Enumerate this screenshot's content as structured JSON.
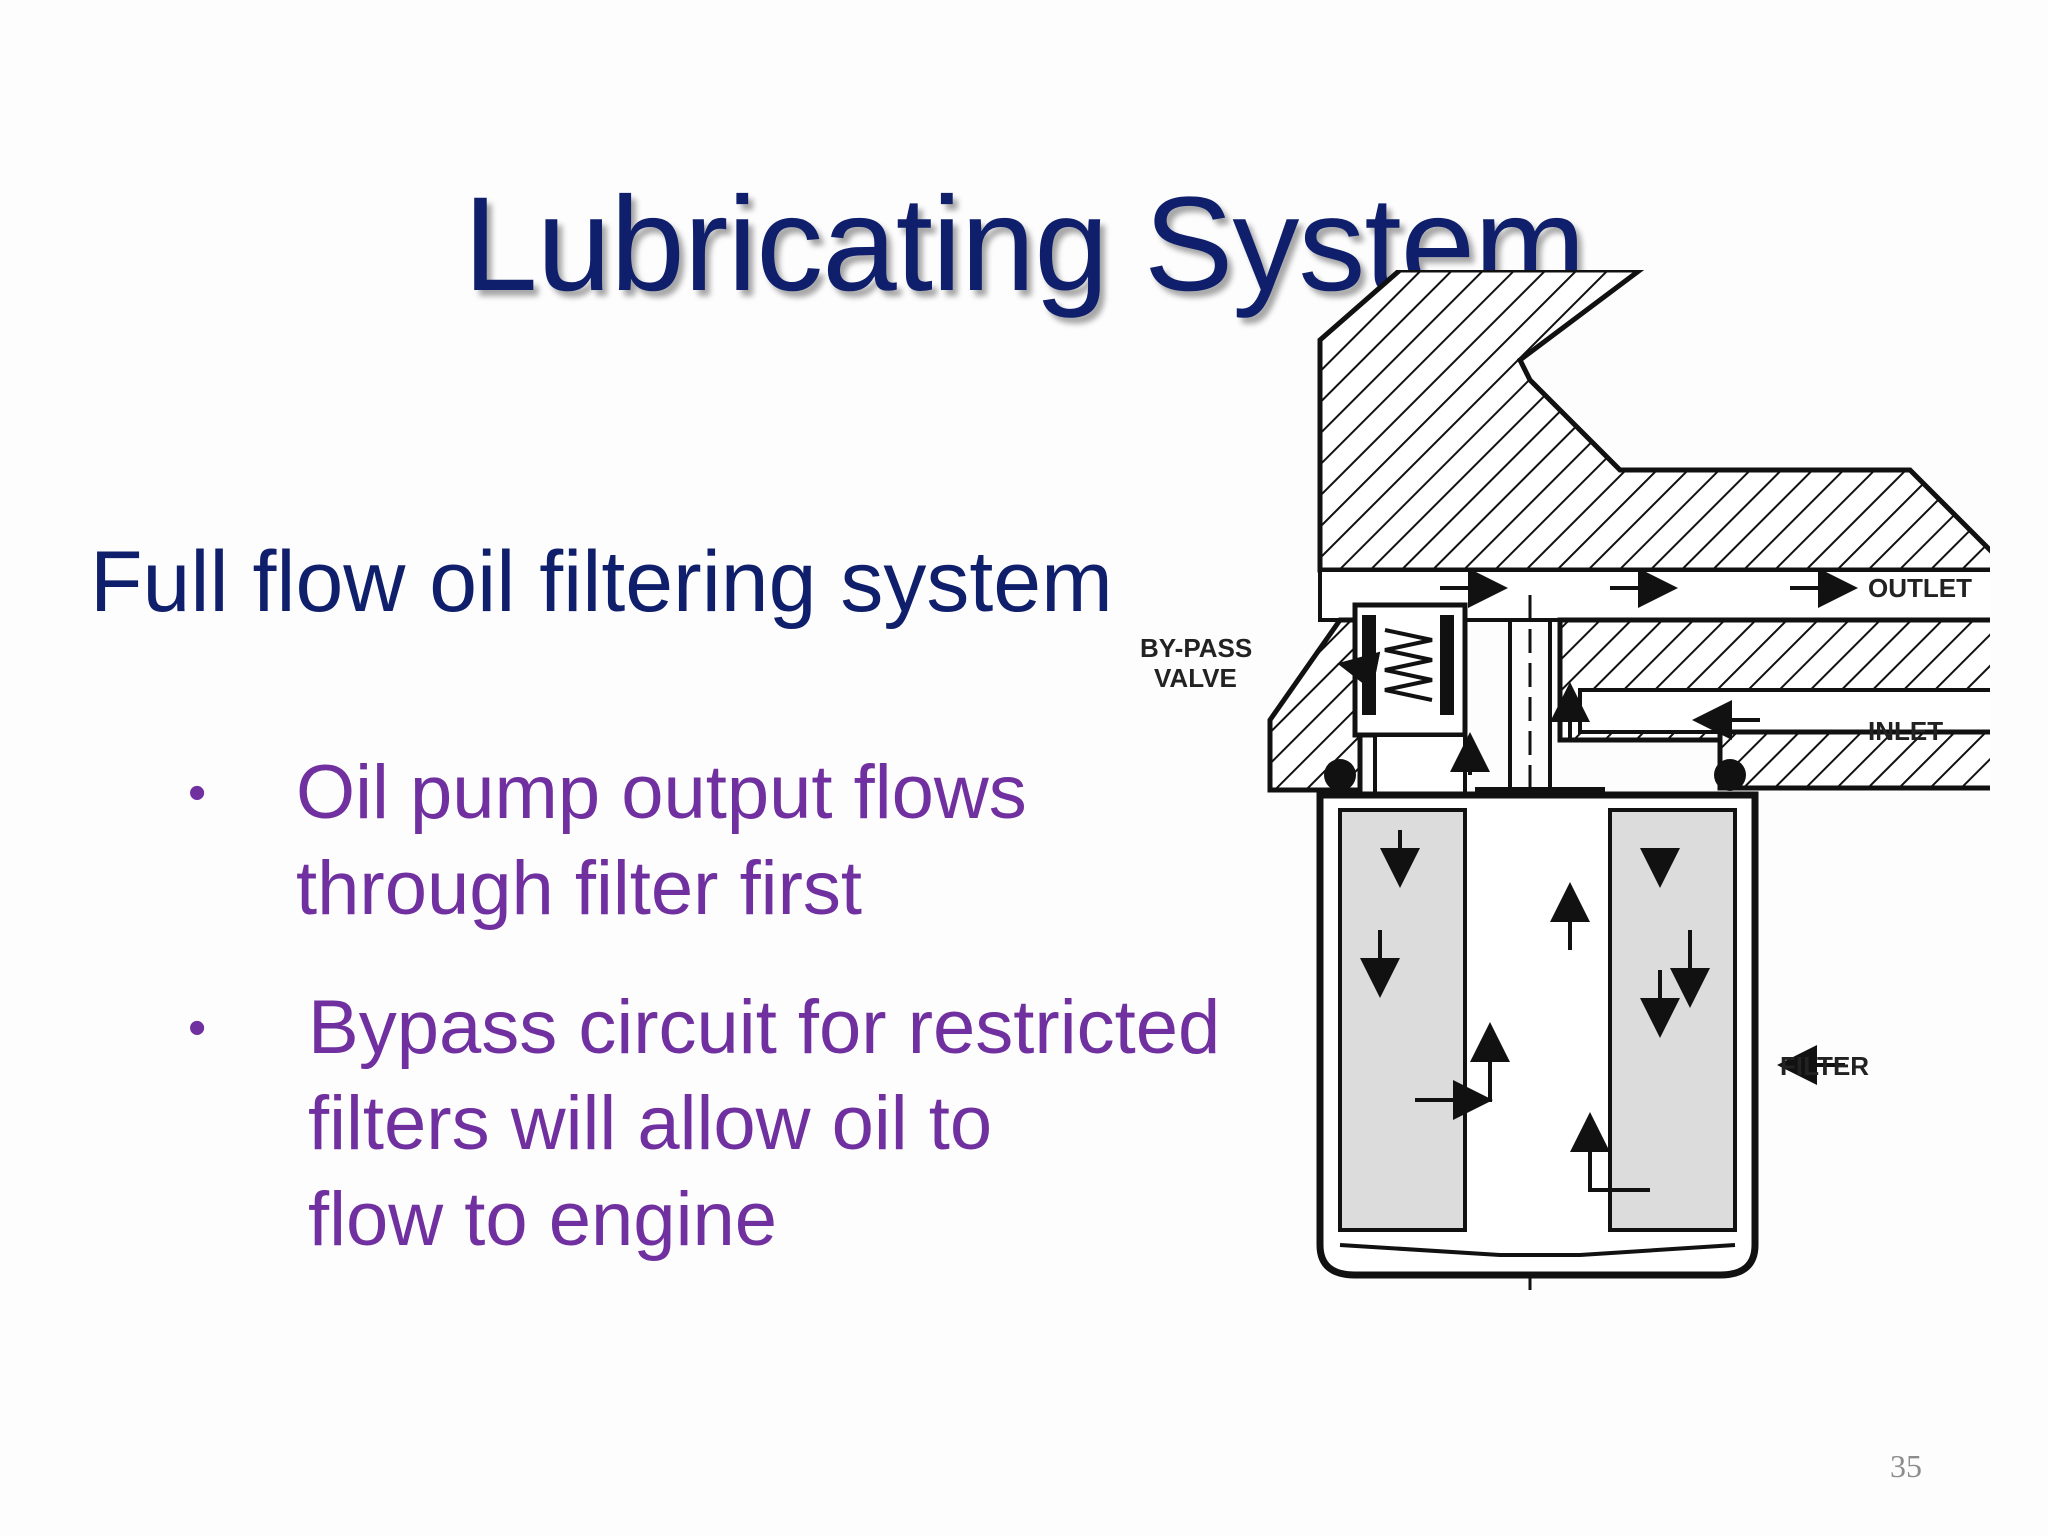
{
  "slide": {
    "title": "Lubricating System",
    "subtitle": "Full flow oil filtering system",
    "bullets": [
      {
        "marker": "•",
        "text": "Oil pump output flows\nthrough filter first"
      },
      {
        "marker": "•",
        "text": "Bypass circuit for restricted\nfilters will allow oil to\nflow to engine"
      }
    ],
    "page_number": "35",
    "colors": {
      "title": "#0f1f6b",
      "bullets": "#7030a0",
      "page_number": "#8c8c8c"
    }
  },
  "diagram": {
    "labels": {
      "outlet": "OUTLET",
      "inlet": "INLET",
      "bypass_line1": "BY-PASS",
      "bypass_line2": "VALVE",
      "filter": "FILTER"
    }
  }
}
